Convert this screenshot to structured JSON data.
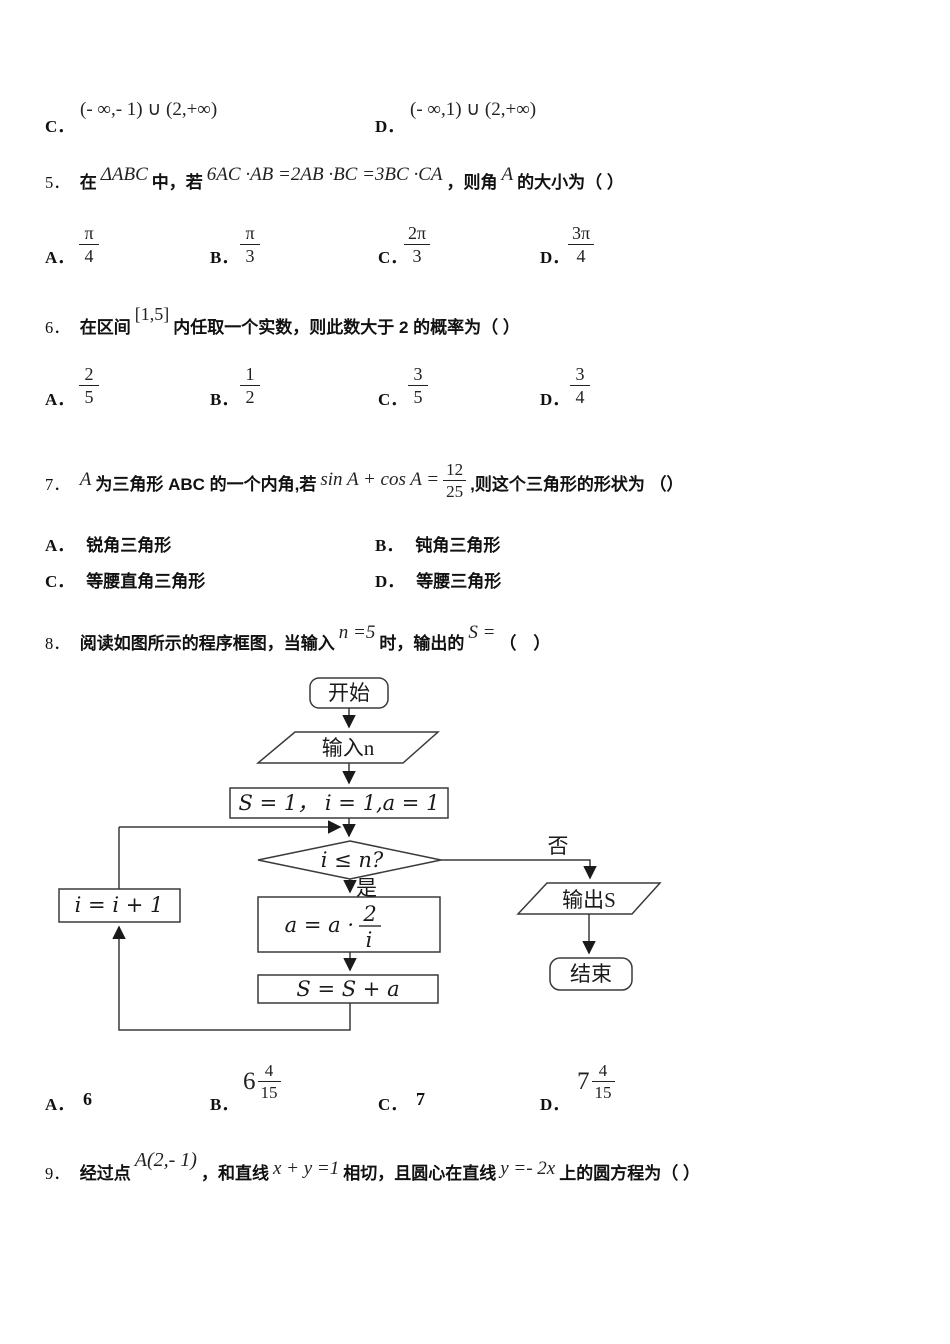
{
  "q4": {
    "options": [
      {
        "label": "C．",
        "formula": "(- ∞,- 1) ∪ (2,+∞)"
      },
      {
        "label": "D．",
        "formula": "(- ∞,1) ∪ (2,+∞)"
      }
    ]
  },
  "q5": {
    "number": "5．",
    "pre": "在",
    "tri": "ΔABC",
    "mid": "中，若",
    "formula": "6AC ·AB =2AB ·BC =3BC ·CA",
    "post": "，则角",
    "var": "A",
    "end": "的大小为（ ）",
    "options": [
      {
        "label": "A．",
        "num": "π",
        "den": "4"
      },
      {
        "label": "B．",
        "num": "π",
        "den": "3"
      },
      {
        "label": "C．",
        "num": "2π",
        "den": "3"
      },
      {
        "label": "D．",
        "num": "3π",
        "den": "4"
      }
    ]
  },
  "q6": {
    "number": "6．",
    "pre": "在区间",
    "interval": "[1,5]",
    "post": "内任取一个实数，则此数大于 2 的概率为（  ）",
    "options": [
      {
        "label": "A．",
        "num": "2",
        "den": "5"
      },
      {
        "label": "B．",
        "num": "1",
        "den": "2"
      },
      {
        "label": "C．",
        "num": "3",
        "den": "5"
      },
      {
        "label": "D．",
        "num": "3",
        "den": "4"
      }
    ]
  },
  "q7": {
    "number": "7．",
    "var": "A",
    "pre": "为三角形 ABC 的一个内角,若",
    "formula_pre": "sin A + cos A =",
    "frac_num": "12",
    "frac_den": "25",
    "post": ",则这个三角形的形状为 （）",
    "options": [
      {
        "label": "A．",
        "text": "锐角三角形"
      },
      {
        "label": "B．",
        "text": "钝角三角形"
      },
      {
        "label": "C．",
        "text": "等腰直角三角形"
      },
      {
        "label": "D．",
        "text": "等腰三角形"
      }
    ]
  },
  "q8": {
    "number": "8．",
    "pre": "阅读如图所示的程序框图，当输入",
    "n_eq": "n =5",
    "mid": "时，输出的",
    "s_eq": "S =",
    "end": "（　）",
    "flowchart": {
      "start": "开始",
      "input": "输入n",
      "init": "S = 1， i = 1,a = 1",
      "cond": "i ≤ n?",
      "yes": "是",
      "no": "否",
      "update_pre": "a = a ·",
      "update_num": "2",
      "update_den": "i",
      "sum": "S = S + a",
      "inc": "i = i + 1",
      "output": "输出S",
      "end": "结束"
    },
    "options": [
      {
        "label": "A．",
        "value": "6"
      },
      {
        "label": "B．",
        "whole": "6",
        "num": "4",
        "den": "15"
      },
      {
        "label": "C．",
        "value": "7"
      },
      {
        "label": "D．",
        "whole": "7",
        "num": "4",
        "den": "15"
      }
    ]
  },
  "q9": {
    "number": "9．",
    "pre": "经过点",
    "point": "A(2,- 1)",
    "mid1": "，和直线",
    "line1": "x + y =1",
    "mid2": "相切，且圆心在直线",
    "line2": "y =- 2x",
    "end": "上的圆方程为（  ）"
  }
}
